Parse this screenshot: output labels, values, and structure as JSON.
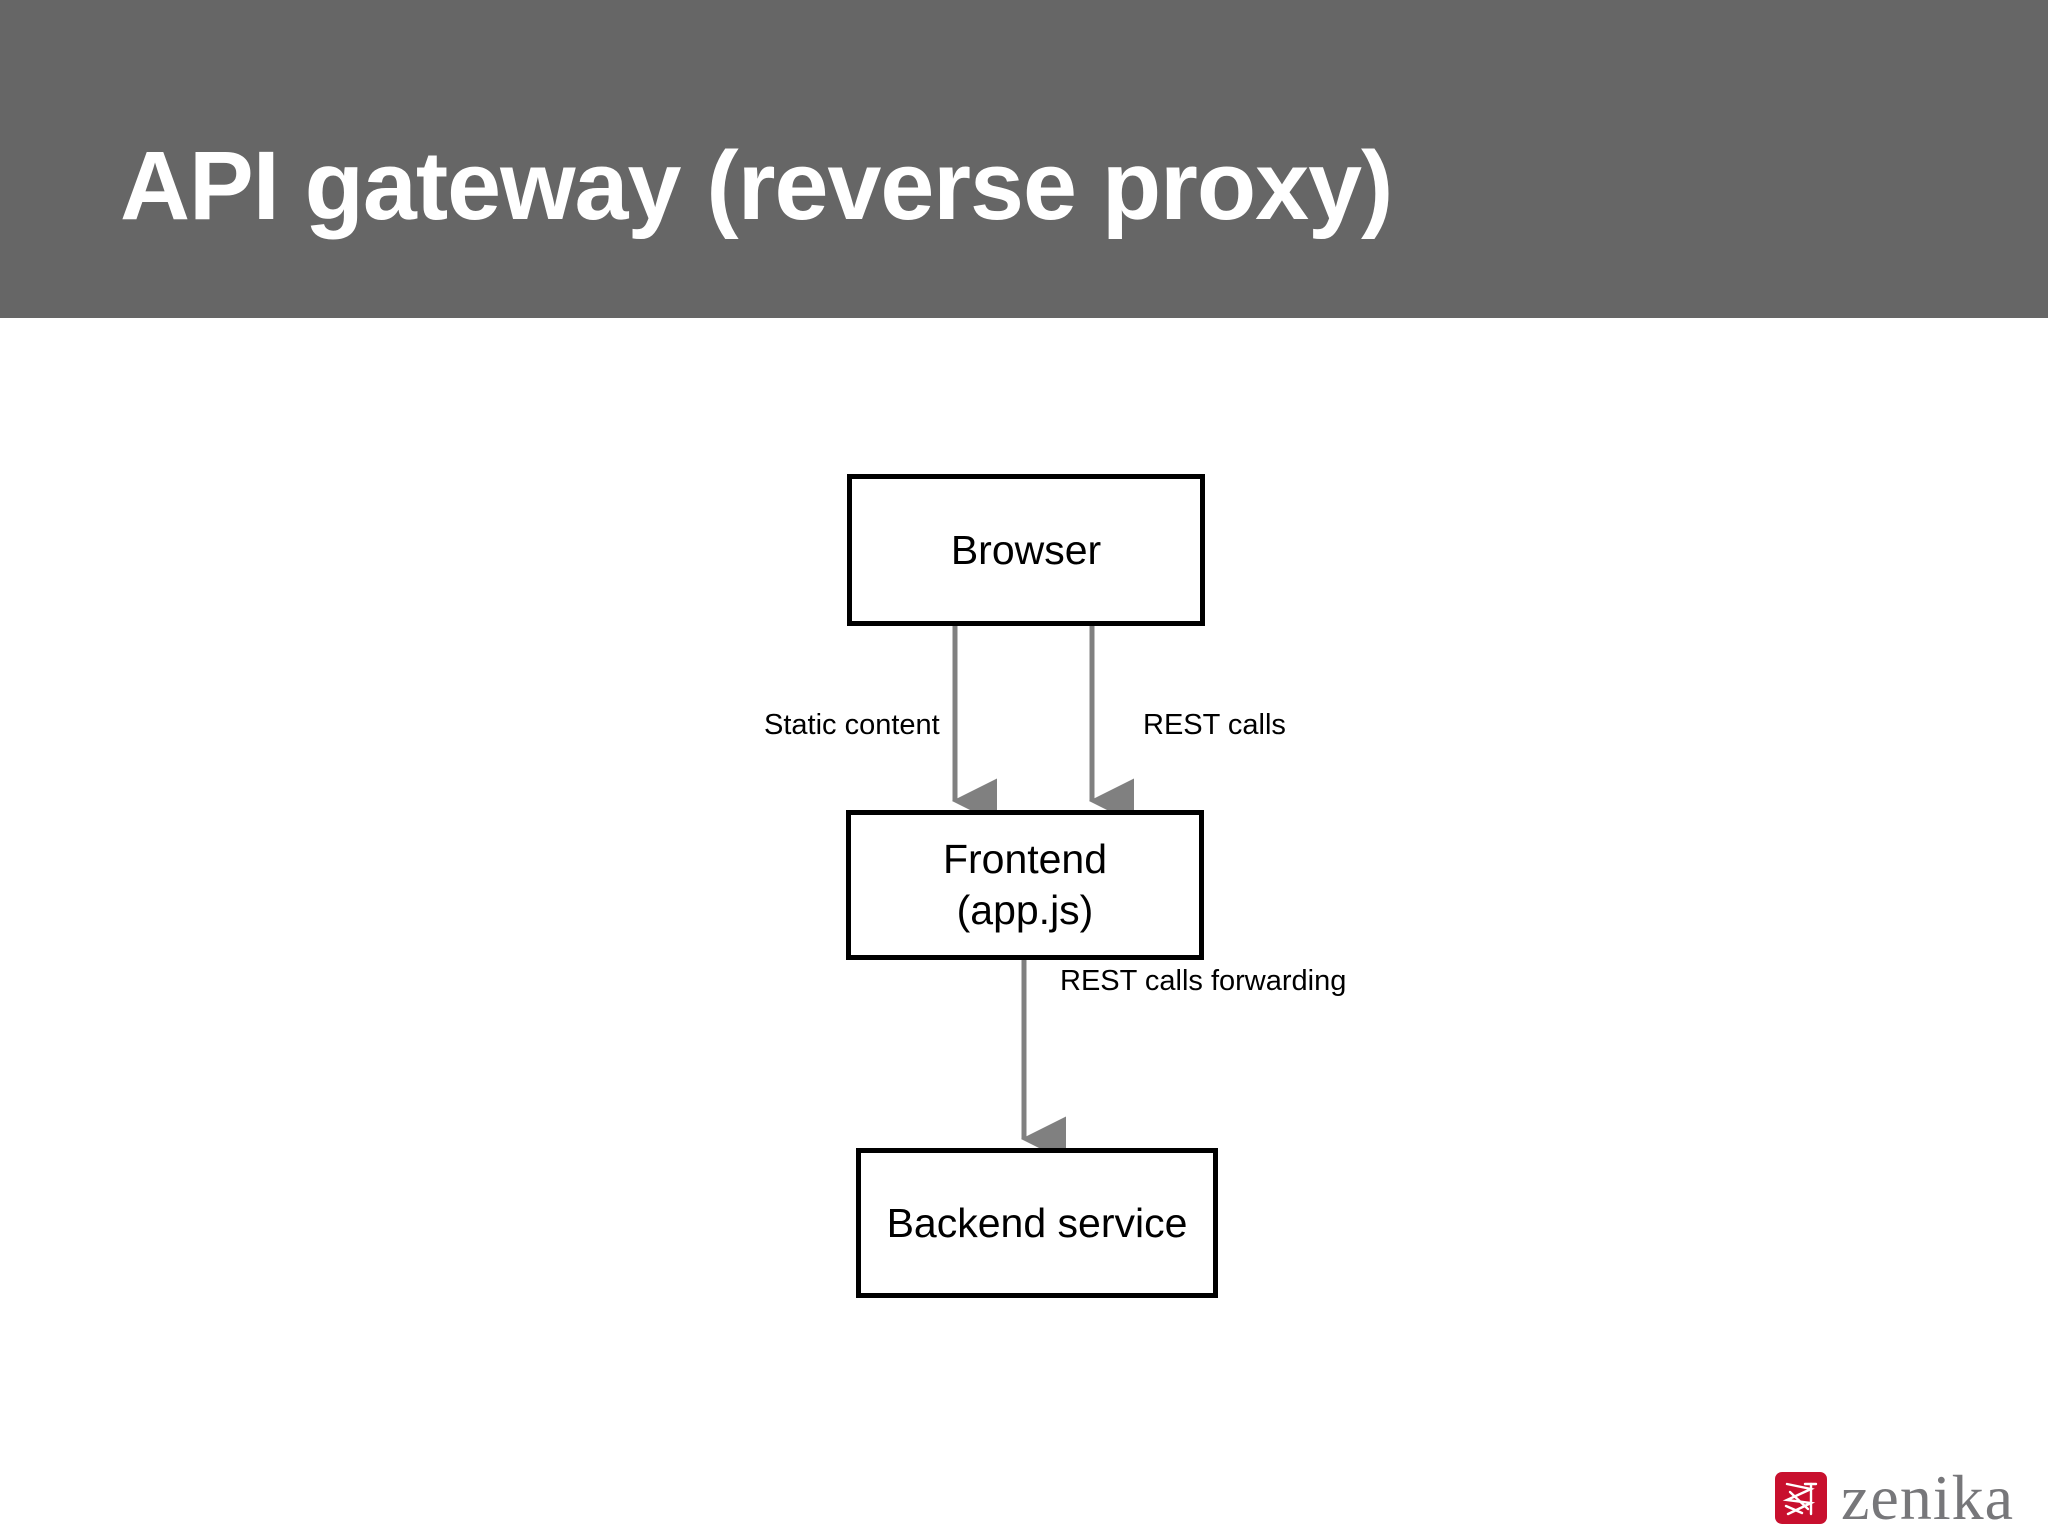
{
  "slide": {
    "title": "API gateway (reverse proxy)",
    "header_color": "#666666",
    "background_color": "#ffffff",
    "title_color": "#ffffff"
  },
  "diagram": {
    "type": "flowchart",
    "node_border_color": "#000000",
    "node_fill_color": "#ffffff",
    "arrow_color": "#808080",
    "nodes": [
      {
        "id": "browser",
        "label": "Browser"
      },
      {
        "id": "frontend",
        "label": "Frontend\n(app.js)"
      },
      {
        "id": "backend",
        "label": "Backend service"
      }
    ],
    "edges": [
      {
        "id": "static-content",
        "from": "browser",
        "to": "frontend",
        "label": "Static content"
      },
      {
        "id": "rest-calls",
        "from": "browser",
        "to": "frontend",
        "label": "REST calls"
      },
      {
        "id": "rest-forwarding",
        "from": "frontend",
        "to": "backend",
        "label": "REST calls forwarding"
      }
    ]
  },
  "branding": {
    "logo_name": "zenika",
    "wordmark": "zenika",
    "mark_color": "#c8102e",
    "wordmark_color": "#77777a"
  }
}
